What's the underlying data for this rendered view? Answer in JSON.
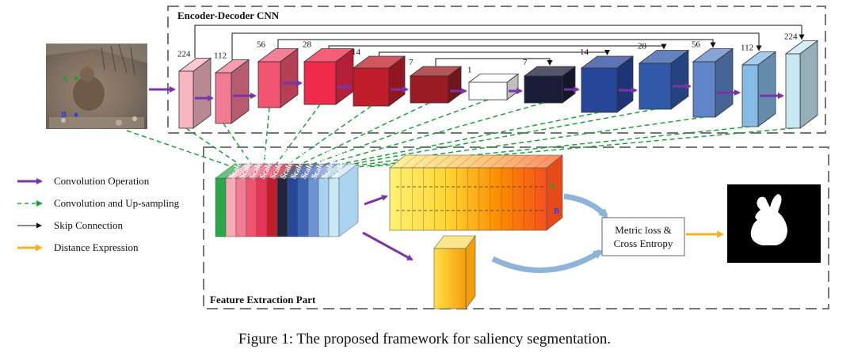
{
  "encoder_decoder": {
    "title": "Encoder-Decoder CNN",
    "blocks": [
      {
        "label": "224",
        "color": "#f7b6c2"
      },
      {
        "label": "112",
        "color": "#f27b93"
      },
      {
        "label": "56",
        "color": "#f15471"
      },
      {
        "label": "28",
        "color": "#f02a4a"
      },
      {
        "label": "14",
        "color": "#c21d2a"
      },
      {
        "label": "7",
        "color": "#9b1c22"
      },
      {
        "label": "1",
        "color": "#ffffff"
      },
      {
        "label": "7",
        "color": "#1a1d38"
      },
      {
        "label": "14",
        "color": "#26469a"
      },
      {
        "label": "28",
        "color": "#3059a8"
      },
      {
        "label": "56",
        "color": "#5f85c8"
      },
      {
        "label": "112",
        "color": "#86bbe6"
      },
      {
        "label": "224",
        "color": "#c7e8f4"
      }
    ]
  },
  "feature_extraction": {
    "title": "Feature  Extraction Part",
    "scales": [
      "Scale1-en",
      "Scale2-en",
      "Scale3-en",
      "Scale4-en",
      "Scale5-en",
      "Scale6-en",
      "Scale5-de",
      "Scale4-de",
      "Scale3-de",
      "Scale2-de",
      "Scale1-de"
    ],
    "scale_colors": [
      "#2aa84a",
      "#f6a9b7",
      "#f27b93",
      "#f15471",
      "#e83556",
      "#c21d2a",
      "#22253f",
      "#26469a",
      "#3b63b5",
      "#6d93d2",
      "#a9d3ee",
      "#c7e8f4"
    ],
    "point_a": "A",
    "point_b": "B"
  },
  "input_image": {
    "point_a": "A",
    "point_b": "B"
  },
  "metric_box": {
    "line1": "Metric loss &",
    "line2": "Cross Entropy"
  },
  "legend": [
    {
      "label": "Convolution Operation",
      "color": "#7a34a8",
      "style": "solid-thick"
    },
    {
      "label": "Convolution and  Up-sampling",
      "color": "#1fa03a",
      "style": "dashed"
    },
    {
      "label": "Skip Connection",
      "color": "#111111",
      "style": "solid-thin"
    },
    {
      "label": "Distance Expression",
      "color": "#f5b324",
      "style": "solid-thick"
    }
  ],
  "caption": "Figure 1: The proposed framework for saliency segmentation."
}
